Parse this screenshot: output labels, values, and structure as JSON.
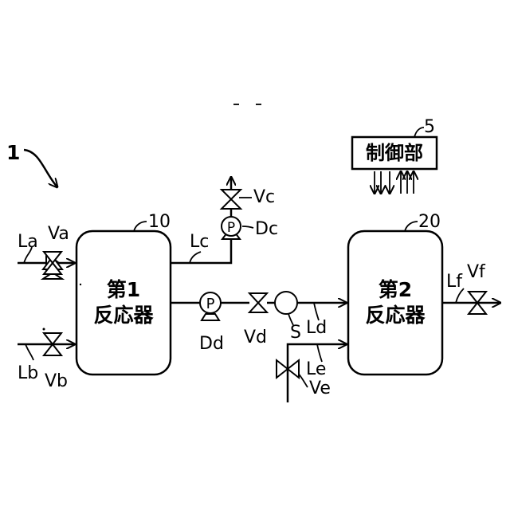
{
  "system_number": "1",
  "controller": {
    "label": "制御部",
    "number": "5"
  },
  "reactors": [
    {
      "line1": "第1",
      "line2": "反応器",
      "number": "10"
    },
    {
      "line1": "第2",
      "line2": "反応器",
      "number": "20"
    }
  ],
  "lines": {
    "La": "La",
    "Lb": "Lb",
    "Lc": "Lc",
    "Ld": "Ld",
    "Le": "Le",
    "Lf": "Lf"
  },
  "valves": {
    "Va": "Va",
    "Vb": "Vb",
    "Vc": "Vc",
    "Vd": "Vd",
    "Ve": "Ve",
    "Vf": "Vf"
  },
  "pumps": {
    "Dc": "Dc",
    "Dd": "Dd",
    "symbol": "P"
  },
  "sensor": {
    "label": "S"
  }
}
